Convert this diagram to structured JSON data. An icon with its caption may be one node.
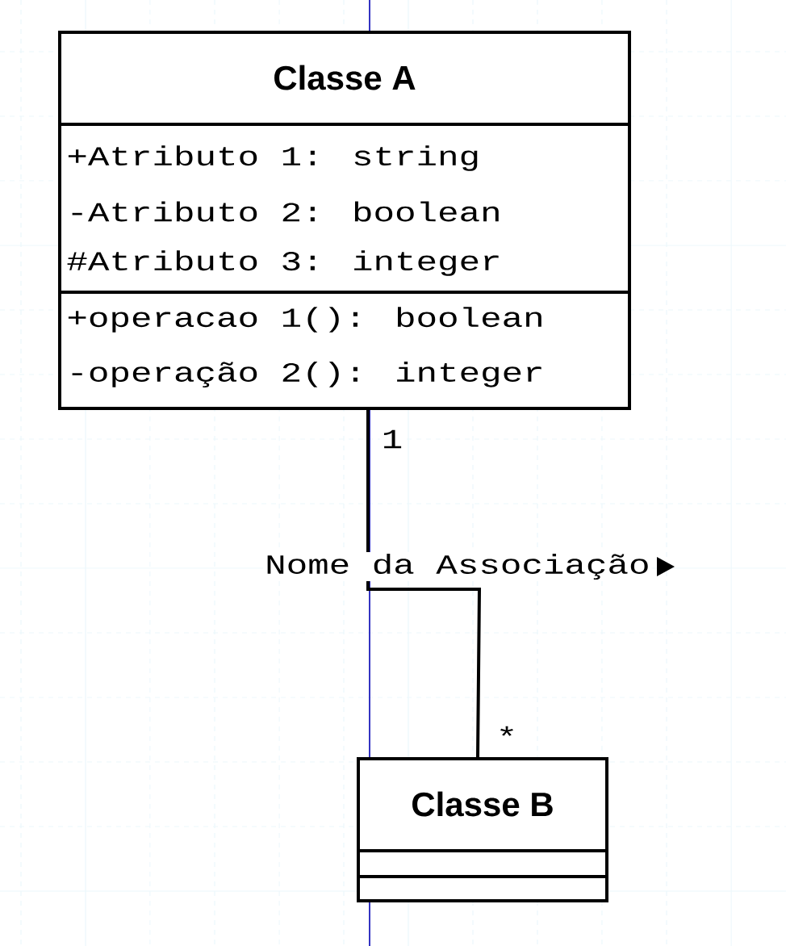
{
  "diagram": {
    "nodes": [
      {
        "text": [
          "Classe A",
          "+Atributo 1: string",
          "-Atributo 2: boolean",
          "#Atributo 3: integer",
          "+operacao 1(): boolean",
          "-operação 2(): integer"
        ]
      },
      {
        "text": [
          "Classe B"
        ]
      }
    ],
    "edges": [
      {
        "from": 0,
        "to": 1,
        "arrow": "none",
        "label": "Nome da Associação"
      }
    ],
    "labels": [
      "1",
      "*"
    ]
  }
}
